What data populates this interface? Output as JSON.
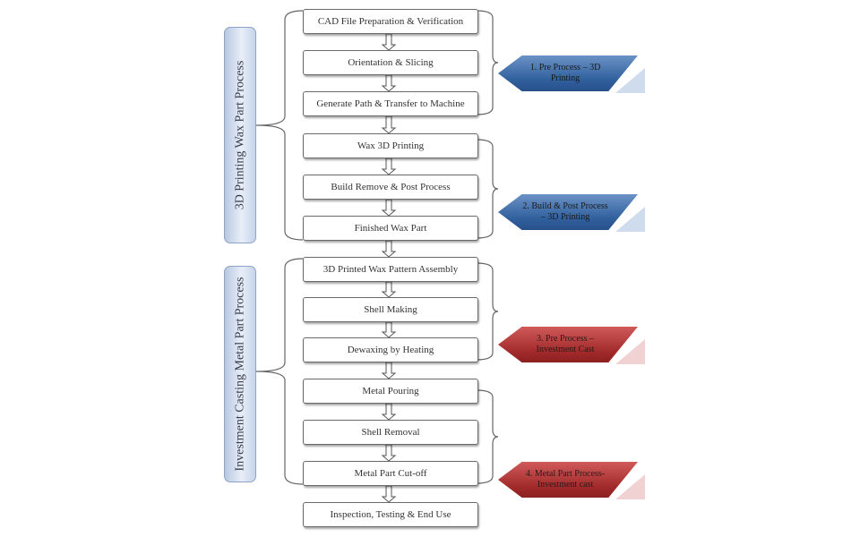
{
  "phases": [
    {
      "label": "3D Printing Wax Part Process"
    },
    {
      "label": "Investment Casting Metal Part Process"
    }
  ],
  "steps": [
    "CAD File Preparation & Verification",
    "Orientation & Slicing",
    "Generate Path & Transfer to Machine",
    "Wax 3D Printing",
    "Build Remove & Post Process",
    "Finished Wax Part",
    "3D Printed Wax Pattern Assembly",
    "Shell Making",
    "Dewaxing by Heating",
    "Metal Pouring",
    "Shell Removal",
    "Metal Part Cut-off",
    "Inspection, Testing & End Use"
  ],
  "stage_tags": [
    {
      "label": "1. Pre Process – 3D Printing",
      "color": "blue"
    },
    {
      "label": "2. Build & Post Process – 3D Printing",
      "color": "blue"
    },
    {
      "label": "3. Pre Process – Investment Cast",
      "color": "red"
    },
    {
      "label": "4. Metal Part Process- Investment cast",
      "color": "red"
    }
  ],
  "colors": {
    "box_border": "#6a6a6a",
    "phase_fill": "#c6d4ea",
    "tag_blue": "#2f5f9c",
    "tag_red": "#a22a2a"
  }
}
